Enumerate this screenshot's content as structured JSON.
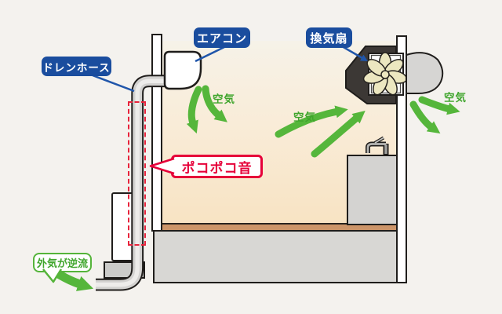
{
  "scene": {
    "labels": {
      "drain_hose": "ドレンホース",
      "aircon": "エアコン",
      "ventilation_fan": "換気扇"
    },
    "callouts": {
      "poko_sound": "ポコポコ音",
      "outside_air_backflow": "外気が逆流"
    },
    "air_flow_label": "空気",
    "colors": {
      "label_blue": "#1a4d9e",
      "pointer_blue": "#2056aa",
      "accent_red": "#e60039",
      "accent_green": "#55b43a",
      "air_text_green": "#3fa52c",
      "water_blue": "#8cc3e4",
      "room_cream": "#f8e3c3",
      "fan_housing_dark": "#3c3835"
    }
  }
}
